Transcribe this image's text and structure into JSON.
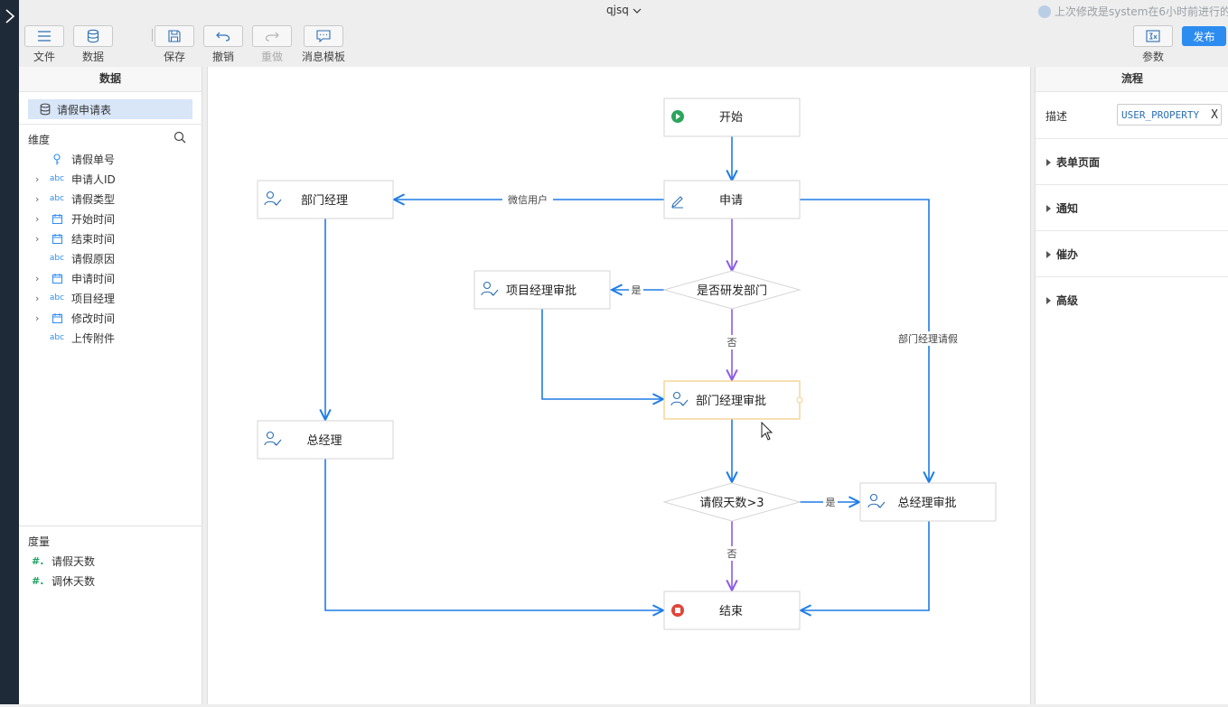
{
  "app": {
    "title": "qjsq",
    "last_modified": "上次修改是system在6小时前进行的"
  },
  "toolbar": {
    "file": "文件",
    "data": "数据",
    "save": "保存",
    "undo": "撤销",
    "redo": "重做",
    "message_template": "消息模板",
    "params": "参数",
    "publish": "发布"
  },
  "left_panel": {
    "title": "数据",
    "table_name": "请假申请表",
    "dimensions_title": "维度",
    "dimensions": [
      {
        "label": "请假单号",
        "type": "key-icon",
        "expandable": false
      },
      {
        "label": "申请人ID",
        "type": "abc",
        "expandable": true
      },
      {
        "label": "请假类型",
        "type": "abc",
        "expandable": true
      },
      {
        "label": "开始时间",
        "type": "calendar-icon",
        "expandable": true
      },
      {
        "label": "结束时间",
        "type": "calendar-icon",
        "expandable": true
      },
      {
        "label": "请假原因",
        "type": "abc",
        "expandable": false
      },
      {
        "label": "申请时间",
        "type": "calendar-icon",
        "expandable": true
      },
      {
        "label": "项目经理",
        "type": "abc",
        "expandable": true
      },
      {
        "label": "修改时间",
        "type": "calendar-icon",
        "expandable": true
      },
      {
        "label": "上传附件",
        "type": "abc",
        "expandable": false
      }
    ],
    "measures_title": "度量",
    "measures": [
      {
        "label": "请假天数",
        "type": "#."
      },
      {
        "label": "调休天数",
        "type": "#."
      }
    ],
    "type_glyph": "abc"
  },
  "flow": {
    "nodes": {
      "start": "开始",
      "apply": "申请",
      "dept_manager": "部门经理",
      "is_rd": "是否研发部门",
      "pm_approve": "项目经理审批",
      "dm_approve": "部门经理审批",
      "gm": "总经理",
      "days_gt3": "请假天数>3",
      "gm_approve": "总经理审批",
      "end": "结束"
    },
    "edges": {
      "wechat_user": "微信用户",
      "yes1": "是",
      "no1": "否",
      "dm_leave": "部门经理请假",
      "yes2": "是",
      "no2": "否"
    },
    "colors": {
      "blue": "#1e7ce6",
      "purple": "#8c5ce6",
      "selected_border": "#f5d08a",
      "start_green": "#2aa65b",
      "end_red": "#e0453a"
    }
  },
  "right_panel": {
    "title": "流程",
    "desc_label": "描述",
    "desc_value": "USER_PROPERTY",
    "desc_clear": "X",
    "sections": [
      "表单页面",
      "通知",
      "催办",
      "高级"
    ]
  }
}
